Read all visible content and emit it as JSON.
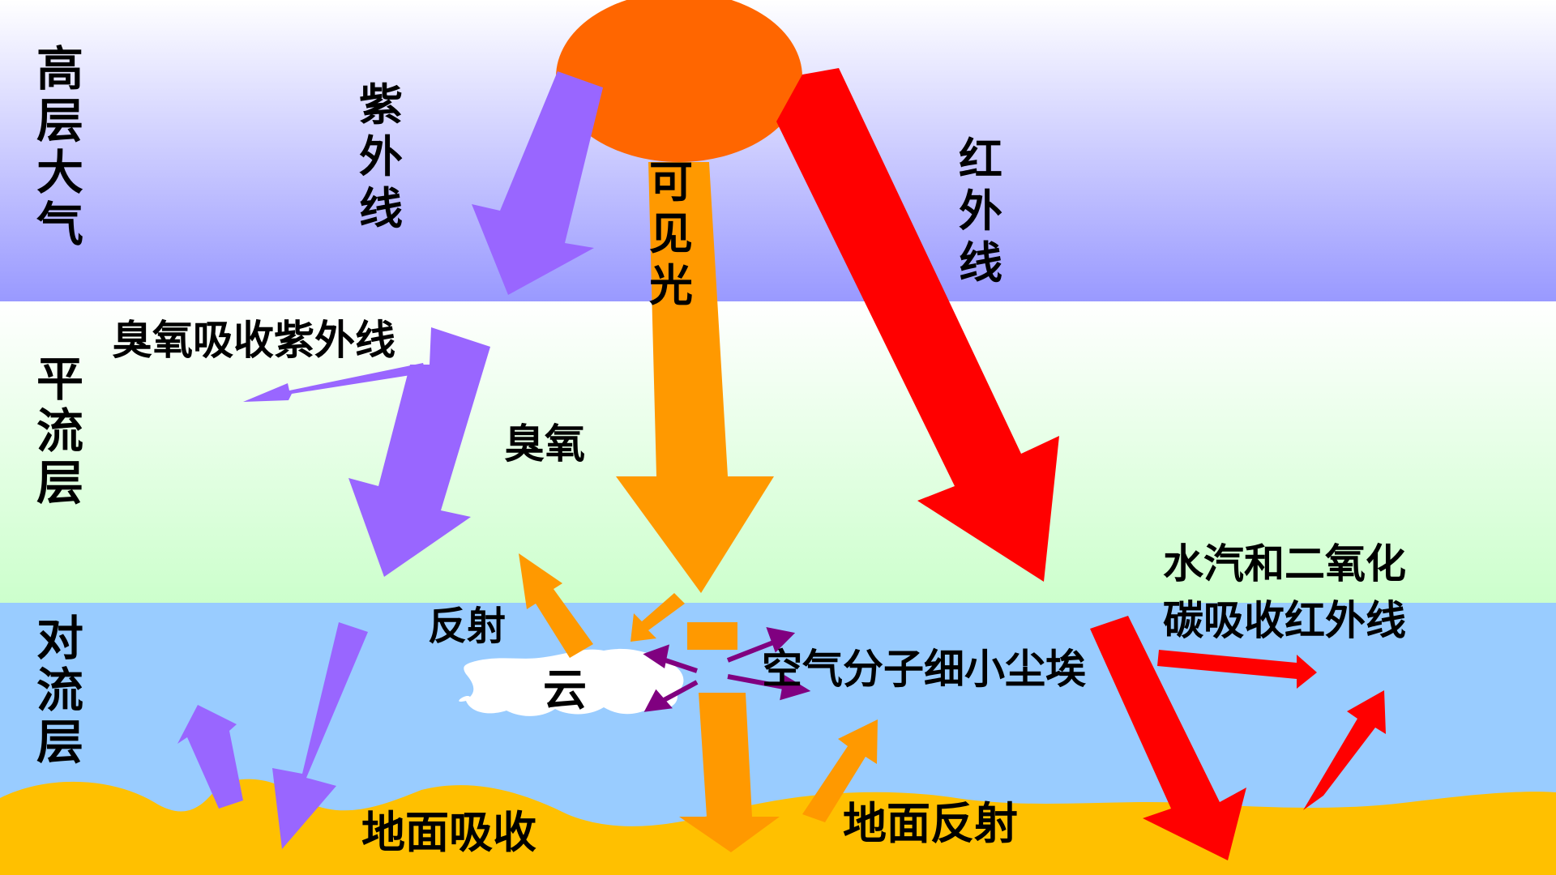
{
  "layers": {
    "upper": "高层大气",
    "stratosphere": "平流层",
    "troposphere": "对流层"
  },
  "radiation": {
    "ultraviolet": "紫外线",
    "visible": "可见光",
    "infrared": "红外线"
  },
  "labels": {
    "ozone_absorbs_uv": "臭氧吸收紫外线",
    "ozone": "臭氧",
    "reflection": "反射",
    "cloud": "云",
    "scatter": "空气分子细小尘埃",
    "vapor_co2_line1": "水汽和二氧化",
    "vapor_co2_line2": "碳吸收红外线",
    "ground_absorb": "地面吸收",
    "ground_reflect": "地面反射"
  },
  "colors": {
    "sun": "#ff6600",
    "ultraviolet": "#9966ff",
    "visible": "#ff9900",
    "infrared": "#ff0000",
    "scatter": "#800080",
    "ground": "#ffc000",
    "upper_layer": "#9999ff",
    "stratosphere_layer": "#ccffcc",
    "troposphere_layer": "#99ccff",
    "cloud": "#ffffff"
  }
}
